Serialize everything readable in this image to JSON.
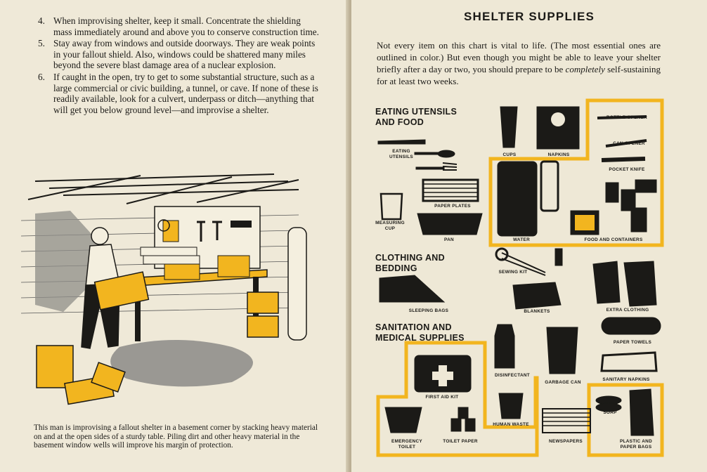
{
  "left_page": {
    "list": [
      {
        "num": "4.",
        "text": "When improvising shelter, keep it small. Concentrate the shielding mass immediately around and above you to conserve construction time."
      },
      {
        "num": "5.",
        "text": "Stay away from windows and outside doorways. They are weak points in your fallout shield. Also, windows could be shattered many miles beyond the severe blast damage area of a nuclear explosion."
      },
      {
        "num": "6.",
        "text": "If caught in the open, try to get to some substantial structure, such as a large commercial or civic building, a tunnel, or cave. If none of these is readily available, look for a culvert, underpass or ditch—anything that will get you below ground level—and improvise a shelter."
      }
    ],
    "caption": "This man is improvising a fallout shelter in a basement corner by stacking heavy material on and at the open sides of a sturdy table. Piling dirt and other heavy material in the basement window wells will improve his margin of protection."
  },
  "right_page": {
    "title": "SHELTER SUPPLIES",
    "intro_part1": "Not every item on this chart is vital to life. (The most essential ones are outlined in color.) But even though you might be able to leave your shelter briefly after a day or two, you should prepare to be ",
    "intro_emphasis": "completely",
    "intro_part2": " self-sustaining for at least two weeks.",
    "sections": {
      "eating": "EATING UTENSILS AND FOOD",
      "clothing": "CLOTHING AND BEDDING",
      "sanitation": "SANITATION AND MEDICAL SUPPLIES"
    },
    "labels": {
      "eating_utensils": "EATING UTENSILS",
      "cups": "CUPS",
      "napkins": "NAPKINS",
      "bottle_opener": "BOTTLE OPENER",
      "can_opener": "CAN OPENER",
      "pocket_knife": "POCKET KNIFE",
      "paper_plates": "PAPER PLATES",
      "measuring_cup": "MEASURING CUP",
      "pan": "PAN",
      "water": "WATER",
      "food_containers": "FOOD AND CONTAINERS",
      "sewing_kit": "SEWING KIT",
      "sleeping_bags": "SLEEPING BAGS",
      "blankets": "BLANKETS",
      "extra_clothing": "EXTRA CLOTHING",
      "paper_towels": "PAPER TOWELS",
      "disinfectant": "DISINFECTANT",
      "garbage_can": "GARBAGE CAN",
      "sanitary_napkins": "SANITARY NAPKINS",
      "first_aid_kit": "FIRST AID KIT",
      "human_waste": "HUMAN WASTE",
      "soap": "SOAP",
      "emergency_toilet": "EMERGENCY TOILET",
      "toilet_paper": "TOILET PAPER",
      "newspapers": "NEWSPAPERS",
      "plastic_bags": "PLASTIC AND PAPER BAGS"
    }
  },
  "colors": {
    "paper": "#eee8d6",
    "ink": "#1b1a17",
    "highlight": "#f2b51f",
    "shadow_gray": "#8f8d88"
  },
  "icons": [
    "first-aid-cross-icon",
    "knife-icon",
    "fork-icon",
    "spoon-icon",
    "cup-icon",
    "jug-icon",
    "garbage-can-icon"
  ]
}
